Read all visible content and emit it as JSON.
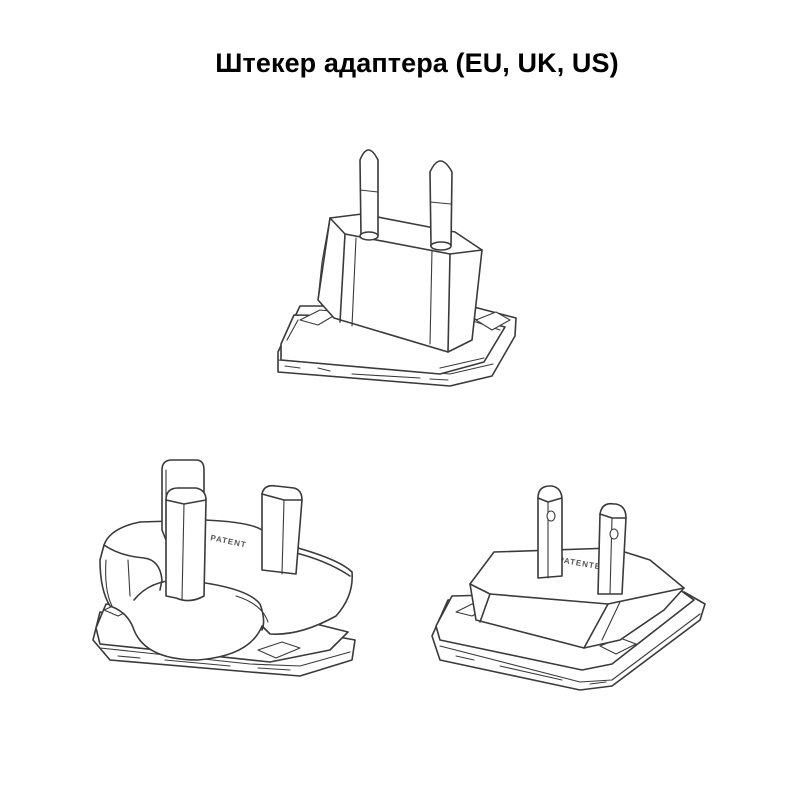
{
  "title": "Штекер адаптера (EU, UK, US)",
  "plugs": [
    {
      "type": "EU"
    },
    {
      "type": "UK",
      "engraving": "PATENT"
    },
    {
      "type": "US",
      "engraving": "PATENTED"
    }
  ]
}
